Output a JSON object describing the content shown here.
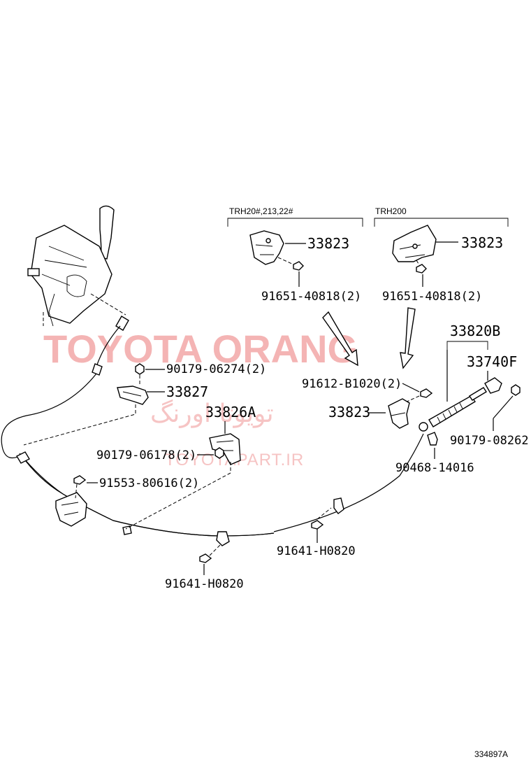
{
  "variants": {
    "left": "TRH20#,213,22#",
    "right": "TRH200"
  },
  "parts": {
    "p33823_a": "33823",
    "p91651_a": "91651-40818(2)",
    "p33823_b": "33823",
    "p91651_b": "91651-40818(2)",
    "p33820b": "33820B",
    "p33740f": "33740F",
    "p90179_06274": "90179-06274(2)",
    "p33827": "33827",
    "p91612": "91612-B1020(2)",
    "p33823_c": "33823",
    "p33826a": "33826A",
    "p90179_06178": "90179-06178(2)",
    "p90179_08262": "90179-08262",
    "p90468": "90468-14016",
    "p91553": "91553-80616(2)",
    "p91641_a": "91641-H0820",
    "p91641_b": "91641-H0820"
  },
  "watermark": {
    "main": "TOYOTA ORANG",
    "arabic": "تویوتا اورنگ",
    "url": "TOYOTAPART.IR"
  },
  "ref_code": "334897A"
}
